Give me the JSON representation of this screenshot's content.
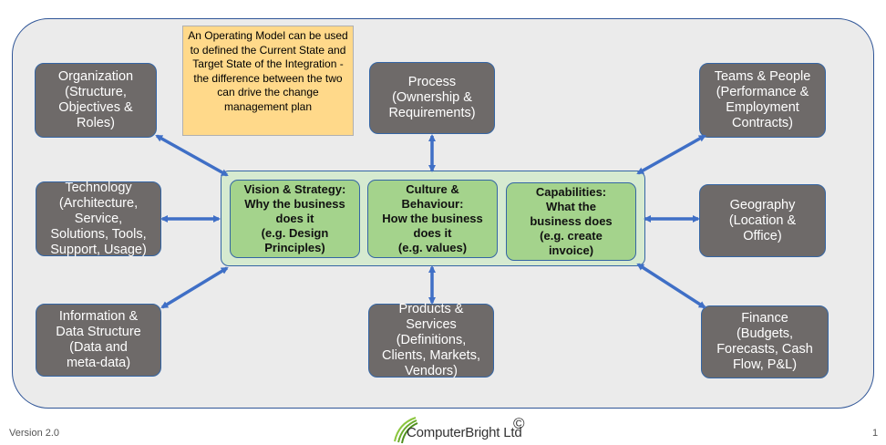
{
  "note": "An Operating Model can be used to defined the Current State and Target State of the Integration - the difference between the two can drive the change management plan",
  "outer_boxes": {
    "organization": "Organization\n(Structure,\nObjectives &\nRoles)",
    "process": "Process\n(Ownership &\nRequirements)",
    "teams": "Teams & People\n(Performance &\nEmployment\nContracts)",
    "technology": "Technology\n(Architecture,\nService,\nSolutions, Tools,\nSupport, Usage)",
    "geography": "Geography\n(Location &\nOffice)",
    "information": "Information &\nData Structure\n(Data and\nmeta-data)",
    "products": "Products &\nServices\n(Definitions,\nClients, Markets,\nVendors)",
    "finance": "Finance\n(Budgets,\nForecasts, Cash\nFlow, P&L)"
  },
  "center_boxes": {
    "vision": "Vision & Strategy:\nWhy the business\ndoes it\n(e.g. Design\nPrinciples)",
    "culture": "Culture &\nBehaviour:\nHow the business\ndoes it\n(e.g. values)",
    "capabilities": "Capabilities:\nWhat the\nbusiness does\n(e.g. create\ninvoice)"
  },
  "footer": {
    "version": "Version 2.0",
    "logo_text": "ComputerBright Ltd",
    "copyright": "©",
    "page_number": "1"
  },
  "colors": {
    "outer_box": "#6e6a69",
    "center_box": "#a4d38c",
    "center_panel": "#d6ead0",
    "note": "#ffd98a",
    "arrow": "#3f6fc6",
    "frame": "#ebebeb"
  }
}
